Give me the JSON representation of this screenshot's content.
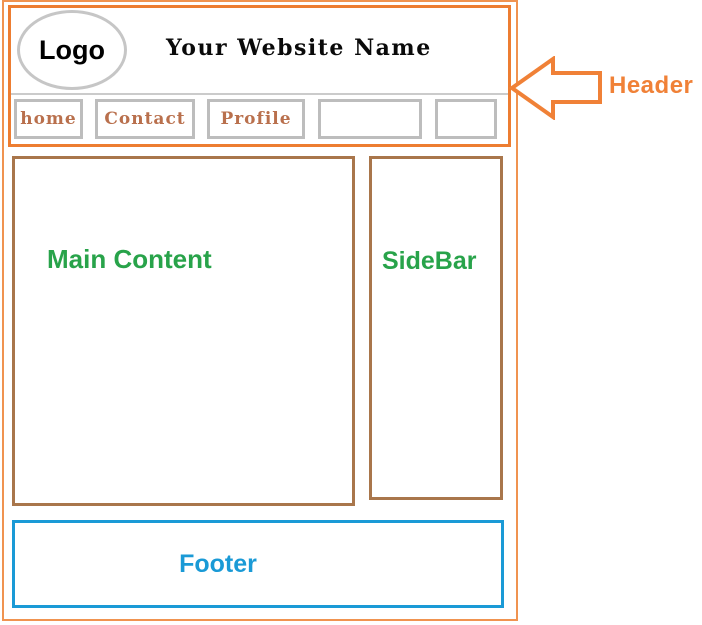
{
  "colors": {
    "orange": "#ED7D31",
    "orange_light": "#F09350",
    "orange_label": "#F08137",
    "brown": "#A9764B",
    "green": "#28A34A",
    "blue": "#1A9AD6",
    "nav_text": "#B9704D",
    "gray_border": "#BDBDBD"
  },
  "header": {
    "logo": "Logo",
    "site_name": "Your Website Name",
    "nav": [
      {
        "label": "home"
      },
      {
        "label": "Contact"
      },
      {
        "label": "Profile"
      },
      {
        "label": ""
      },
      {
        "label": ""
      }
    ]
  },
  "annotation": {
    "label": "Header",
    "arrow_icon": "left-block-arrow"
  },
  "main": {
    "label": "Main Content"
  },
  "sidebar": {
    "label": "SideBar"
  },
  "footer": {
    "label": "Footer"
  }
}
